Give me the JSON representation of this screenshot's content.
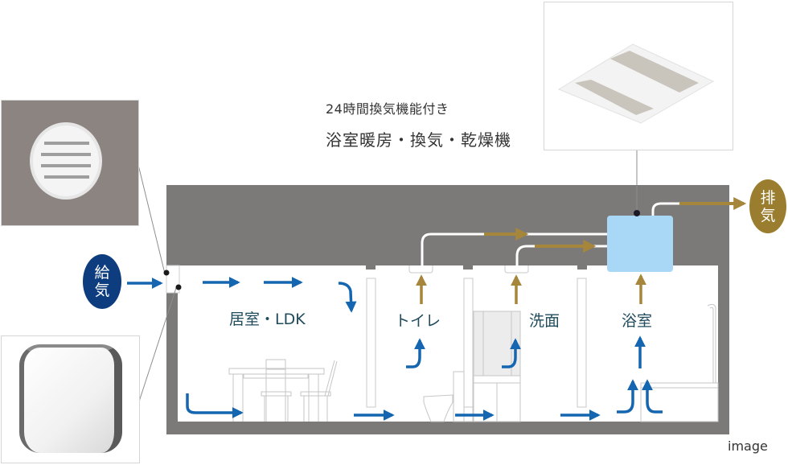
{
  "captions": {
    "line1": "24時間換気機能付き",
    "line2": "浴室暖房・換気・乾燥機"
  },
  "badges": {
    "supply": {
      "line1": "給",
      "line2": "気",
      "color": "#0d3d7e"
    },
    "exhaust": {
      "line1": "排",
      "line2": "気",
      "color": "#9a7d2e"
    }
  },
  "rooms": {
    "ldk": "居室・LDK",
    "toilet": "トイレ",
    "washroom": "洗面",
    "bathroom": "浴室"
  },
  "note": "image",
  "photos": {
    "round_vent": "round-louver-vent-photo",
    "wall_vent": "square-wall-vent-photo",
    "ceiling_unit": "bathroom-ceiling-ventilator-photo"
  },
  "colors": {
    "wall": "#7b7a79",
    "supply_arrow": "#1566b0",
    "exhaust_arrow": "#a6863a",
    "fan_unit": "#a8d8f5",
    "duct": "#ffffff",
    "room_label": "#1f4b5c"
  }
}
